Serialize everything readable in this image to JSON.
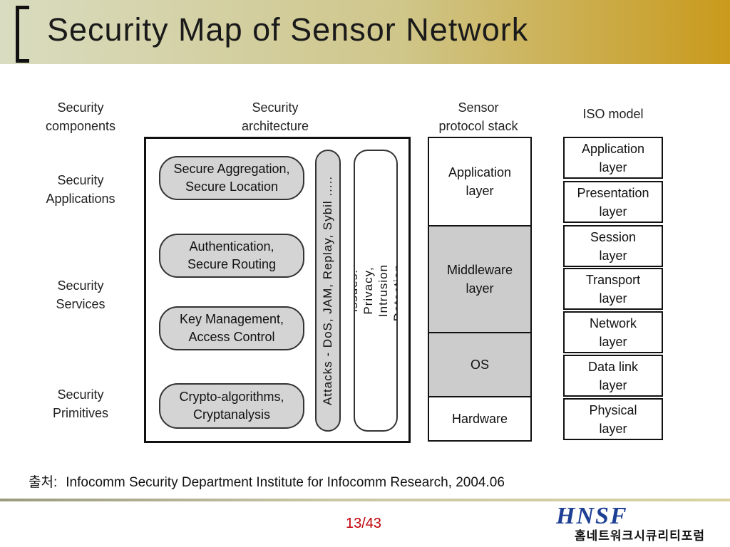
{
  "title": "Security Map of Sensor Network",
  "columns": {
    "components": "Security\ncomponents",
    "architecture": "Security\narchitecture",
    "protocol_stack": "Sensor\nprotocol stack",
    "iso": "ISO model"
  },
  "row_labels": {
    "applications": "Security\nApplications",
    "services": "Security\nServices",
    "primitives": "Security\nPrimitives"
  },
  "architecture": {
    "aggregation": "Secure Aggregation,\nSecure Location",
    "authentication": "Authentication,\nSecure Routing",
    "key_management": "Key Management,\nAccess Control",
    "crypto": "Crypto-algorithms,\nCryptanalysis",
    "attacks": "Attacks - DoS, JAM, Replay, Sybil .....",
    "other_issues": "Other security issues: Privacy,\nIntrusion Detection, Secure auditing"
  },
  "protocol_stack": {
    "application": "Application\nlayer",
    "middleware": "Middleware\nlayer",
    "os": "OS",
    "hardware": "Hardware"
  },
  "iso_model": [
    "Application\nlayer",
    "Presentation\nlayer",
    "Session\nlayer",
    "Transport\nlayer",
    "Network\nlayer",
    "Data link\nlayer",
    "Physical\nlayer"
  ],
  "source": {
    "prefix": "출처:",
    "text": "Infocomm Security Department Institute for Infocomm Research, 2004.06"
  },
  "page_number": "13/43",
  "logo": {
    "main": "HNSF",
    "sub": "홈네트워크시큐리티포럼"
  },
  "colors": {
    "pill_fill": "#d4d4d4",
    "stack_shaded": "#cccccc",
    "page_number": "#c0000a",
    "logo": "#1d3f94"
  }
}
